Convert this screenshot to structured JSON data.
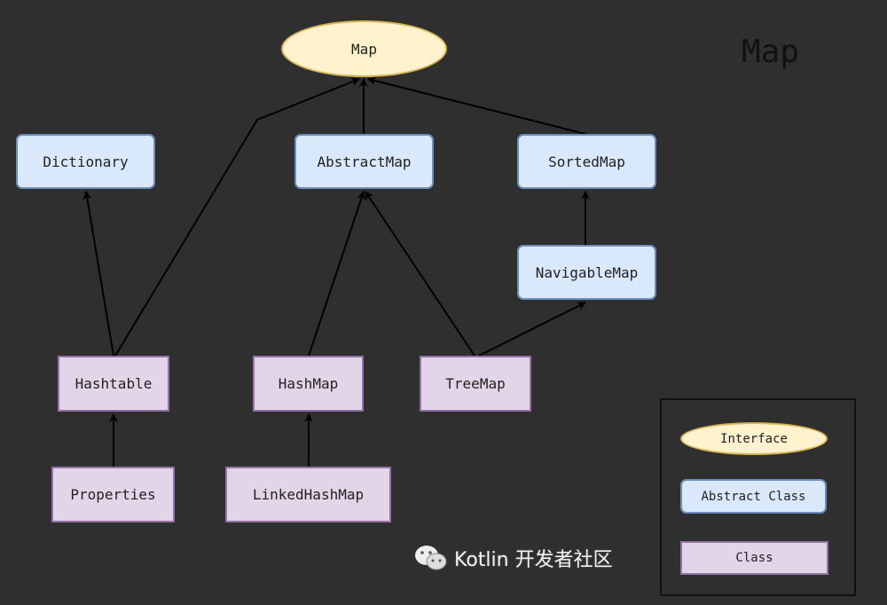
{
  "title": "Map",
  "nodes": {
    "map": "Map",
    "dictionary": "Dictionary",
    "abstract_map": "AbstractMap",
    "sorted_map": "SortedMap",
    "navigable_map": "NavigableMap",
    "hashtable": "Hashtable",
    "hash_map": "HashMap",
    "tree_map": "TreeMap",
    "properties": "Properties",
    "linked_hash_map": "LinkedHashMap"
  },
  "legend": {
    "interface": "Interface",
    "abstract_class": "Abstract Class",
    "class": "Class"
  },
  "watermark": {
    "text": "Kotlin 开发者社区",
    "icon": "wechat-icon"
  },
  "colors": {
    "background": "#2f2f2f",
    "interface": "#fff2cc",
    "abstract": "#dae8fc",
    "class": "#e1d5e7"
  }
}
